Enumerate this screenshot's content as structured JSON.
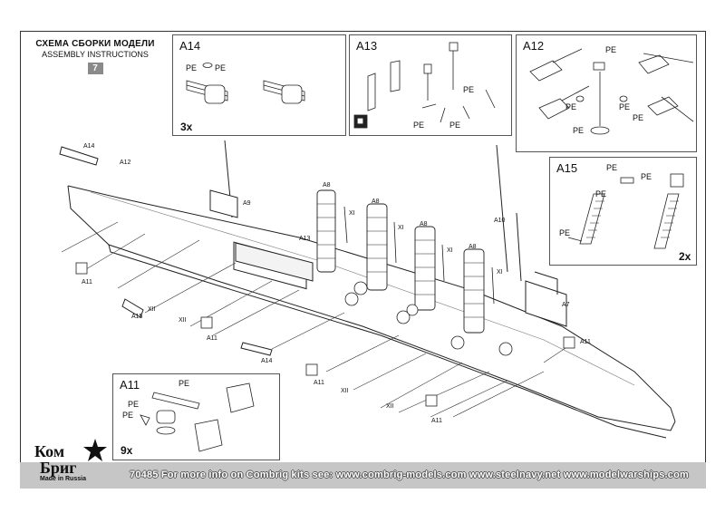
{
  "header": {
    "title_ru": "СХЕМА СБОРКИ МОДЕЛИ",
    "title_en": "ASSEMBLY INSTRUCTIONS",
    "page_number": "7"
  },
  "boxes": {
    "a14": {
      "title": "A14",
      "multiplier": "3x",
      "pe1": "PE",
      "pe2": "PE"
    },
    "a13": {
      "title": "A13",
      "pe1": "PE",
      "pe2": "PE",
      "pe3": "PE"
    },
    "a12": {
      "title": "A12",
      "pe1": "PE",
      "pe2": "PE",
      "pe3": "PE",
      "pe4": "PE",
      "pe5": "PE"
    },
    "a15": {
      "title": "A15",
      "multiplier": "2x",
      "pe1": "PE",
      "pe2": "PE",
      "pe3": "PE",
      "pe4": "PE"
    },
    "a11": {
      "title": "A11",
      "multiplier": "9x",
      "pe1": "PE",
      "pe2": "PE",
      "pe3": "PE"
    }
  },
  "callouts": {
    "a14_top": "A14",
    "a12_top": "A12",
    "a9": "A9",
    "a13": "A13",
    "a8_1": "A8",
    "a8_2": "A8",
    "a8_3": "A8",
    "a8_4": "A8",
    "xi_1": "XI",
    "xi_2": "XI",
    "xi_3": "XI",
    "xi_4": "XI",
    "a10": "A10",
    "a7": "A7",
    "a15": "A15",
    "xii_1": "XII",
    "xii_2": "XII",
    "xii_3": "XII",
    "xii_4": "XII",
    "a14_low": "A14",
    "a11_1": "A11",
    "a11_2": "A11",
    "a11_3": "A11",
    "a11_4": "A11",
    "a11_5": "A11"
  },
  "logo": {
    "top": "Ком",
    "bottom": "Бриг",
    "made_in": "Made in Russia"
  },
  "footer": {
    "text": "70485   For more info on Combrig kits see:   www.combrig-models.com   www.steelnavy.net   www.modelwarships.com"
  }
}
